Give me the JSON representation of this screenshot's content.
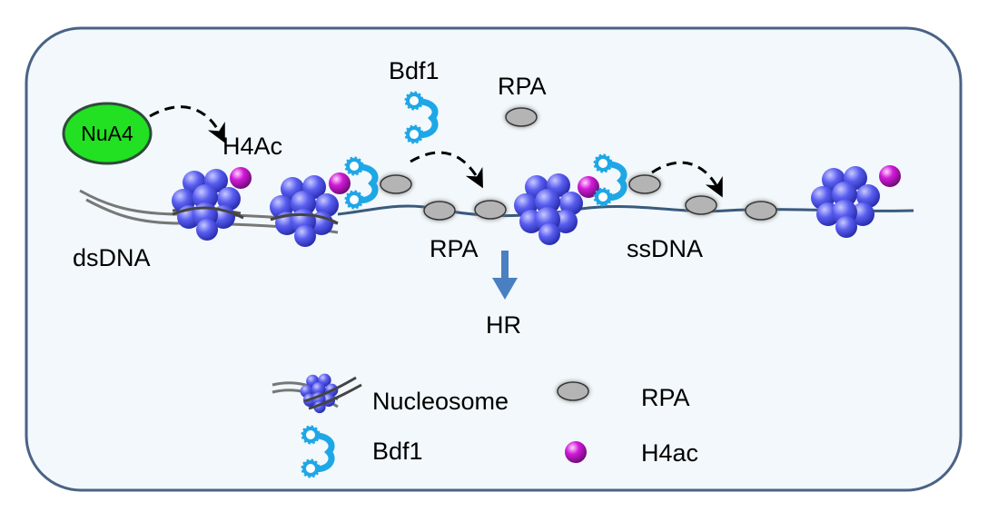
{
  "labels": {
    "nua4": "NuA4",
    "h4ac_top": "H4Ac",
    "bdf1_top": "Bdf1",
    "rpa_top": "RPA",
    "dsdna": "dsDNA",
    "rpa_mid": "RPA",
    "ssdna": "ssDNA",
    "hr": "HR"
  },
  "legend": {
    "nucleosome": "Nucleosome",
    "rpa": "RPA",
    "bdf1": "Bdf1",
    "h4ac": "H4ac"
  },
  "colors": {
    "border": "#4a6285",
    "panel_bg": "#f2f8fb",
    "nua4_fill": "#22e022",
    "nucleosome": "#4a4ee6",
    "h4ac": "#c218c8",
    "rpa": "#b2b2b2",
    "bdf1": "#1ea7e6",
    "dna": "#3a5a7e",
    "hr_arrow": "#4a80c2"
  }
}
